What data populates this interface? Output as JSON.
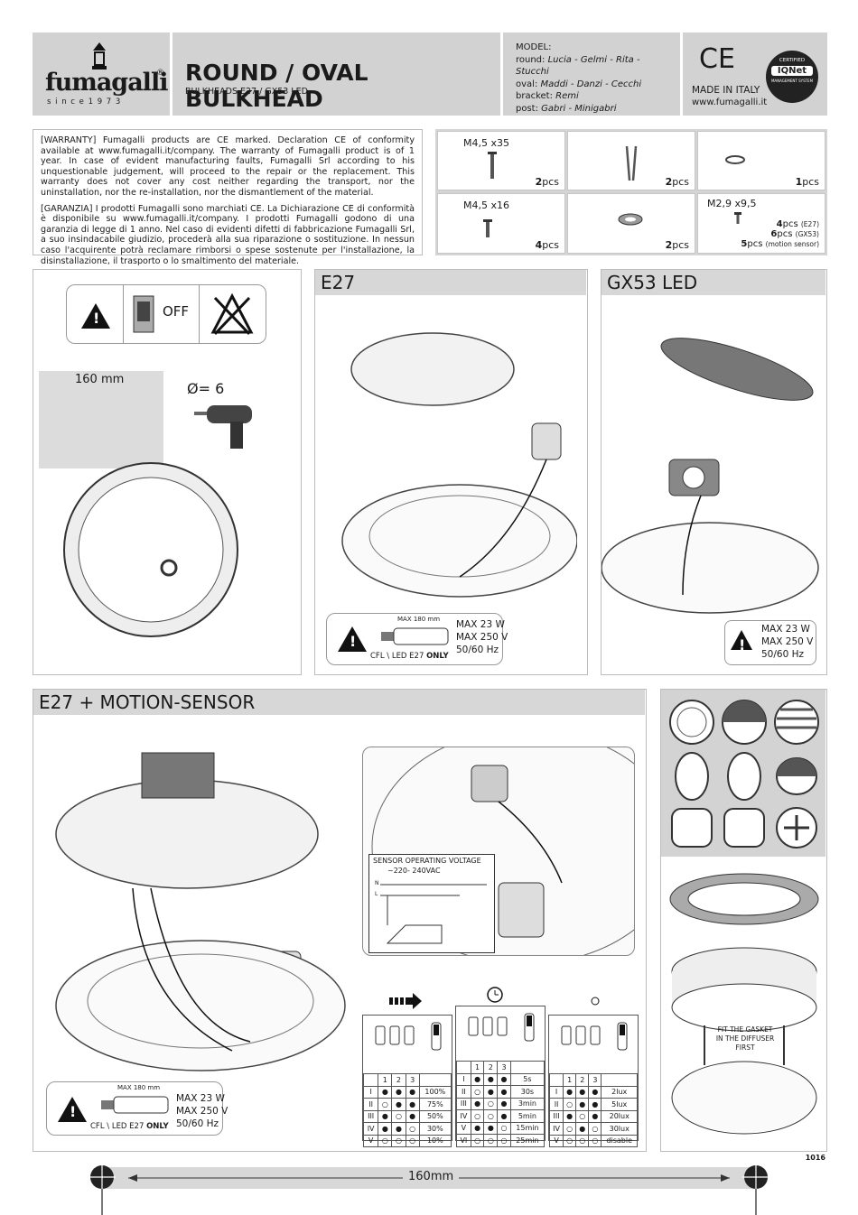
{
  "brand": {
    "name": "fumagalli",
    "since": "s i n c e 1 9 7 3",
    "reg": "®"
  },
  "header": {
    "title": "ROUND / OVAL BULKHEAD",
    "subtitle": "BULKHEADS  E27 / GX53 LED"
  },
  "model": {
    "heading": "MODEL:",
    "round_label": "round:",
    "round": "Lucia - Gelmi - Rita - Stucchi",
    "oval_label": "oval:",
    "oval": "Maddi - Danzi - Cecchi",
    "bracket_label": "bracket:",
    "bracket": "Remi",
    "post_label": "post:",
    "post": "Gabri - Minigabri"
  },
  "cert": {
    "ce": "CE",
    "made": "MADE IN ITALY",
    "web": "www.fumagalli.it",
    "badge_top": "CERTIFIED",
    "badge_mid": "IQNet",
    "badge_bot": "MANAGEMENT SYSTEM"
  },
  "warranty": {
    "en": "[WARRANTY] Fumagalli products are CE marked. Declaration CE of conformity available at www.fumagalli.it/company. The warranty of Fumagalli product is of 1 year. In case of evident manufacturing faults, Fumagalli Srl according to his unquestionable judgement, will proceed to the repair or the replacement. This warranty does not cover any cost neither regarding the transport, nor the uninstallation, nor the re-installation, nor the dismantlement of the material.",
    "it": "[GARANZIA] I prodotti Fumagalli sono marchiati CE. La Dichiarazione CE di conformità è disponibile su www.fumagalli.it/company. I prodotti Fumagalli godono di una garanzia di legge di 1 anno. Nel caso di evidenti difetti di fabbricazione Fumagalli Srl, a suo insindacabile giudizio, procederà alla sua riparazione o sostituzione. In nessun caso l'acquirente potrà reclamare rimborsi o spese sostenute per l'installazione, la disinstallazione, il trasporto o lo smaltimento del materiale."
  },
  "parts": {
    "p1_label": "M4,5 x35",
    "p1_qty": "2",
    "p2_qty": "2",
    "p3_qty": "1",
    "p4_label": "M4,5 x16",
    "p4_qty": "4",
    "p5_qty": "2",
    "p6_label": "M2,9 x9,5",
    "p6_q1": "4",
    "p6_n1": "(E27)",
    "p6_q2": "6",
    "p6_n2": "(GX53)",
    "p6_q3": "5",
    "p6_n3": "(motion sensor)",
    "unit": "pcs"
  },
  "install": {
    "off": "OFF",
    "dist": "160 mm",
    "drill": "Ø= 6"
  },
  "e27": {
    "title": "E27",
    "max_len": "MAX 180 mm",
    "lamp": "CFL \\ LED E27",
    "only": "ONLY",
    "w": "MAX 23 W",
    "v": "MAX 250 V",
    "hz": "50/60 Hz"
  },
  "gx53": {
    "title": "GX53 LED",
    "w": "MAX 23 W",
    "v": "MAX 250 V",
    "hz": "50/60 Hz"
  },
  "motion": {
    "title": "E27 + MOTION-SENSOR",
    "sensor_volt": "SENSOR OPERATING VOLTAGE",
    "sensor_range": "~220- 240VAC",
    "n": "N",
    "l": "L",
    "max_len": "MAX 180 mm",
    "lamp": "CFL \\ LED E27",
    "only": "ONLY",
    "w": "MAX 23 W",
    "v": "MAX 250 V",
    "hz": "50/60 Hz"
  },
  "table_range": {
    "head": [
      "1",
      "2",
      "3"
    ],
    "rows": [
      [
        "I",
        "●",
        "●",
        "●",
        "100%"
      ],
      [
        "II",
        "○",
        "●",
        "●",
        "75%"
      ],
      [
        "III",
        "●",
        "○",
        "●",
        "50%"
      ],
      [
        "IV",
        "●",
        "●",
        "○",
        "30%"
      ],
      [
        "V",
        "○",
        "○",
        "○",
        "10%"
      ]
    ]
  },
  "table_time": {
    "head": [
      "1",
      "2",
      "3"
    ],
    "rows": [
      [
        "I",
        "●",
        "●",
        "●",
        "5s"
      ],
      [
        "II",
        "○",
        "●",
        "●",
        "30s"
      ],
      [
        "III",
        "●",
        "○",
        "●",
        "3min"
      ],
      [
        "IV",
        "○",
        "○",
        "●",
        "5min"
      ],
      [
        "V",
        "●",
        "●",
        "○",
        "15min"
      ],
      [
        "VI",
        "○",
        "○",
        "○",
        "25min"
      ]
    ]
  },
  "table_lux": {
    "head": [
      "1",
      "2",
      "3"
    ],
    "rows": [
      [
        "I",
        "●",
        "●",
        "●",
        "2lux"
      ],
      [
        "II",
        "○",
        "●",
        "●",
        "5lux"
      ],
      [
        "III",
        "●",
        "○",
        "●",
        "20lux"
      ],
      [
        "IV",
        "○",
        "●",
        "○",
        "30lux"
      ],
      [
        "V",
        "○",
        "○",
        "○",
        "disable"
      ]
    ]
  },
  "gasket": {
    "l1": "FIT THE GASKET",
    "l2": "IN THE DIFFUSER",
    "l3": "FIRST"
  },
  "footer": {
    "code": "1016",
    "dist": "160mm"
  }
}
